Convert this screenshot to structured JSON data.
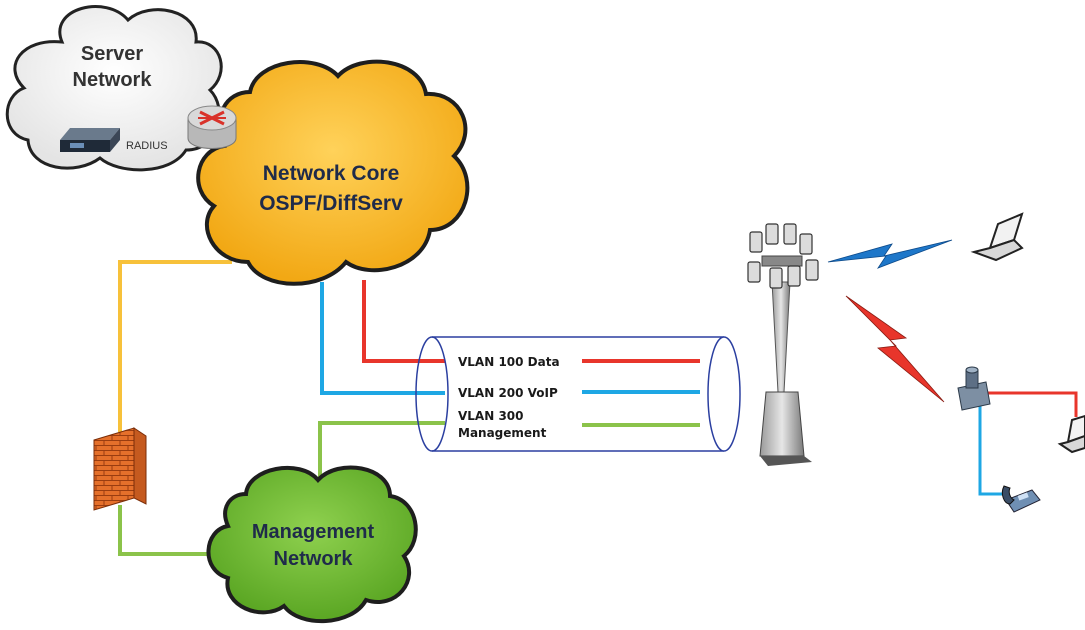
{
  "clouds": {
    "server": {
      "line1": "Server",
      "line2": "Network",
      "device_label": "RADIUS"
    },
    "core": {
      "line1": "Network Core",
      "line2": "OSPF/DiffServ"
    },
    "management": {
      "line1": "Management",
      "line2": "Network"
    }
  },
  "vlans": [
    {
      "label": "VLAN 100 Data",
      "color": "#e8352b"
    },
    {
      "label": "VLAN 200 VoIP",
      "color": "#1ea7e4"
    },
    {
      "label_line1": "VLAN 300",
      "label_line2": "Management",
      "color": "#8bc34a"
    }
  ],
  "colors": {
    "server_cloud": "#f2f2f2",
    "core_cloud": "#f7b21c",
    "management_cloud": "#6dbb2e",
    "firewall_link": "#f7c13a",
    "tunnel_stroke": "#2b3fa0"
  },
  "icons": [
    "server-icon",
    "router-icon",
    "firewall-icon",
    "cell-tower-icon",
    "laptop-icon",
    "wireless-bolt-icon",
    "access-point-icon",
    "ip-phone-icon"
  ]
}
